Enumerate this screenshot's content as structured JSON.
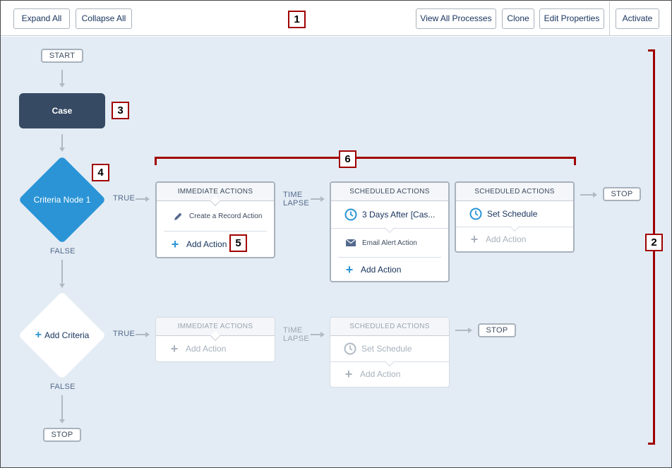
{
  "toolbar": {
    "expand_all": "Expand All",
    "collapse_all": "Collapse All",
    "view_all": "View All Processes",
    "clone": "Clone",
    "edit_properties": "Edit Properties",
    "activate": "Activate"
  },
  "flow": {
    "start": "START",
    "object_node": "Case",
    "criteria_node": "Criteria Node 1",
    "add_criteria": "Add Criteria",
    "true_label": "TRUE",
    "false_label": "FALSE",
    "stop": "STOP",
    "time_lapse_1": "TIME",
    "time_lapse_2": "LAPSE"
  },
  "immediate_actions": {
    "header": "IMMEDIATE ACTIONS",
    "action": "Create a Record Action",
    "add_action": "Add Action"
  },
  "scheduled_actions_1": {
    "header": "SCHEDULED ACTIONS",
    "schedule": "3 Days After [Cas...",
    "action": "Email Alert Action",
    "add_action": "Add Action"
  },
  "scheduled_actions_2": {
    "header": "SCHEDULED ACTIONS",
    "schedule": "Set Schedule",
    "add_action": "Add Action"
  },
  "immediate_actions_empty": {
    "header": "IMMEDIATE ACTIONS",
    "add_action": "Add Action"
  },
  "scheduled_actions_empty": {
    "header": "SCHEDULED ACTIONS",
    "schedule": "Set Schedule",
    "add_action": "Add Action"
  },
  "callouts": [
    "1",
    "2",
    "3",
    "4",
    "5",
    "6"
  ],
  "colors": {
    "canvas": "#e3ecf4",
    "object_node": "#364a63",
    "criteria_node": "#2a94d6",
    "callout_red": "#a00000"
  }
}
